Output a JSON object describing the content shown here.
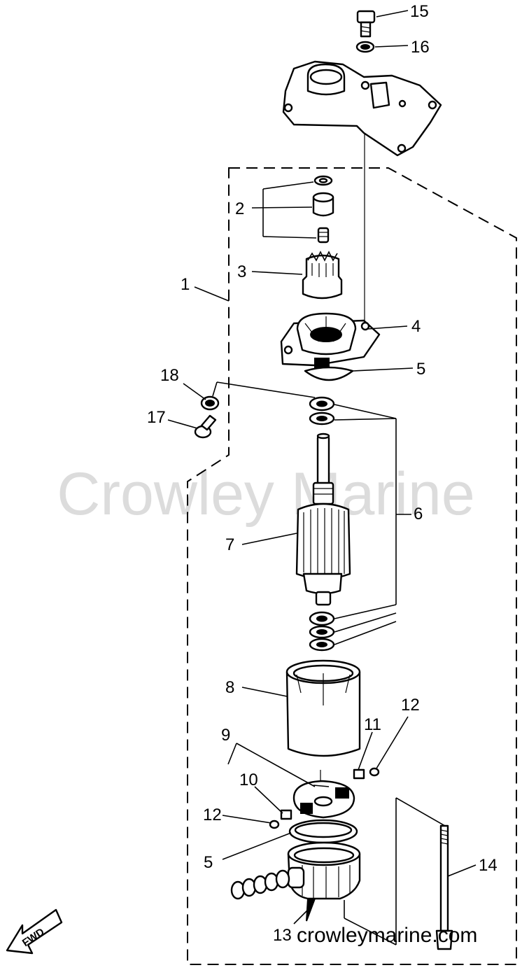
{
  "watermark": "Crowley Marine",
  "website": "crowleymarine.com",
  "direction_label": "FWD",
  "callouts": [
    {
      "id": "1",
      "label": "1"
    },
    {
      "id": "2",
      "label": "2"
    },
    {
      "id": "3",
      "label": "3"
    },
    {
      "id": "4",
      "label": "4"
    },
    {
      "id": "5a",
      "label": "5"
    },
    {
      "id": "5b",
      "label": "5"
    },
    {
      "id": "6",
      "label": "6"
    },
    {
      "id": "7",
      "label": "7"
    },
    {
      "id": "8",
      "label": "8"
    },
    {
      "id": "9",
      "label": "9"
    },
    {
      "id": "10",
      "label": "10"
    },
    {
      "id": "11",
      "label": "11"
    },
    {
      "id": "12a",
      "label": "12"
    },
    {
      "id": "12b",
      "label": "12"
    },
    {
      "id": "13",
      "label": "13"
    },
    {
      "id": "14",
      "label": "14"
    },
    {
      "id": "15",
      "label": "15"
    },
    {
      "id": "16",
      "label": "16"
    },
    {
      "id": "17",
      "label": "17"
    },
    {
      "id": "18",
      "label": "18"
    }
  ]
}
